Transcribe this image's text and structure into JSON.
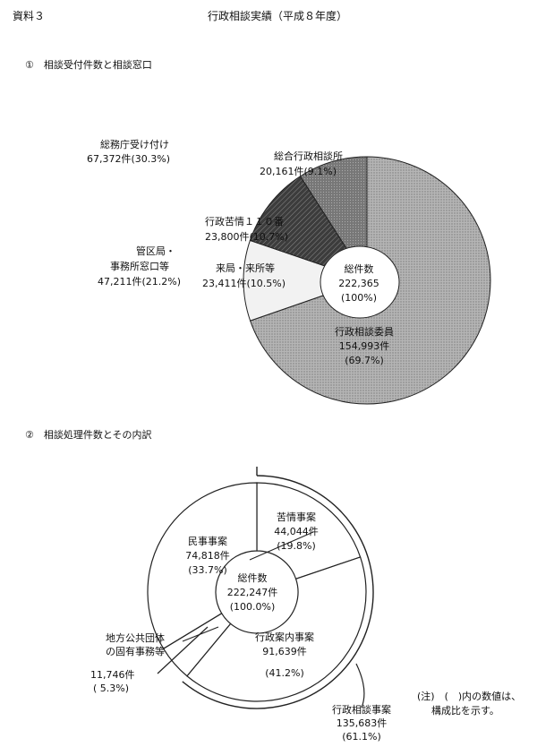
{
  "header": {
    "doc_label": "資料３",
    "title": "行政相談実績（平成８年度）"
  },
  "chart_data": [
    {
      "type": "pie",
      "title": "①　相談受付件数と相談窓口",
      "total": {
        "label": "総件数",
        "value": "222,365",
        "pct": "(100%)"
      },
      "slices": [
        {
          "name": "行政相談委員",
          "value": 154993,
          "count": "154,993件",
          "pct": "(69.7%)",
          "color": "#a8a8a8"
        },
        {
          "name": "来局・来所等",
          "value": 23411,
          "count": "23,411件(10.5%)",
          "pct": "",
          "color": "#f0f0f0"
        },
        {
          "name": "行政苦情１１０番",
          "value": 23800,
          "count": "23,800件(10.7%)",
          "pct": "",
          "color": "#3a3a3a"
        },
        {
          "name": "総合行政相談所",
          "value": 20161,
          "count": "20,161件(9.1%)",
          "pct": "",
          "color": "#6e6e6e"
        }
      ],
      "outer_labels": [
        {
          "name": "総務庁受け付け",
          "count": "67,372件(30.3%)"
        },
        {
          "name": "管区局・",
          "name2": "事務所窓口等",
          "count": "47,211件(21.2%)"
        }
      ]
    },
    {
      "type": "pie",
      "title": "②　相談処理件数とその内訳",
      "total": {
        "label": "総件数",
        "value": "222,247件",
        "pct": "(100.0%)"
      },
      "slices": [
        {
          "name": "苦情事案",
          "value": 44044,
          "count": "44,044件",
          "pct": "(19.8%)"
        },
        {
          "name": "行政案内事案",
          "value": 91639,
          "count": "91,639件",
          "pct": "(41.2%)"
        },
        {
          "name": "地方公共団体の固有事務等",
          "value": 11746,
          "count": "11,746件",
          "pct": "( 5.3%)"
        },
        {
          "name": "民事事案",
          "value": 74818,
          "count": "74,818件",
          "pct": "(33.7%)"
        }
      ],
      "group": {
        "name": "行政相談事案",
        "count": "135,683件",
        "pct": "(61.1%)"
      },
      "label_pieces": {
        "local1": "地方公共団体",
        "local2": "の固有事務等"
      },
      "note": {
        "line1": "(注)　(　)内の数値は、",
        "line2": "構成比を示す。"
      }
    }
  ]
}
